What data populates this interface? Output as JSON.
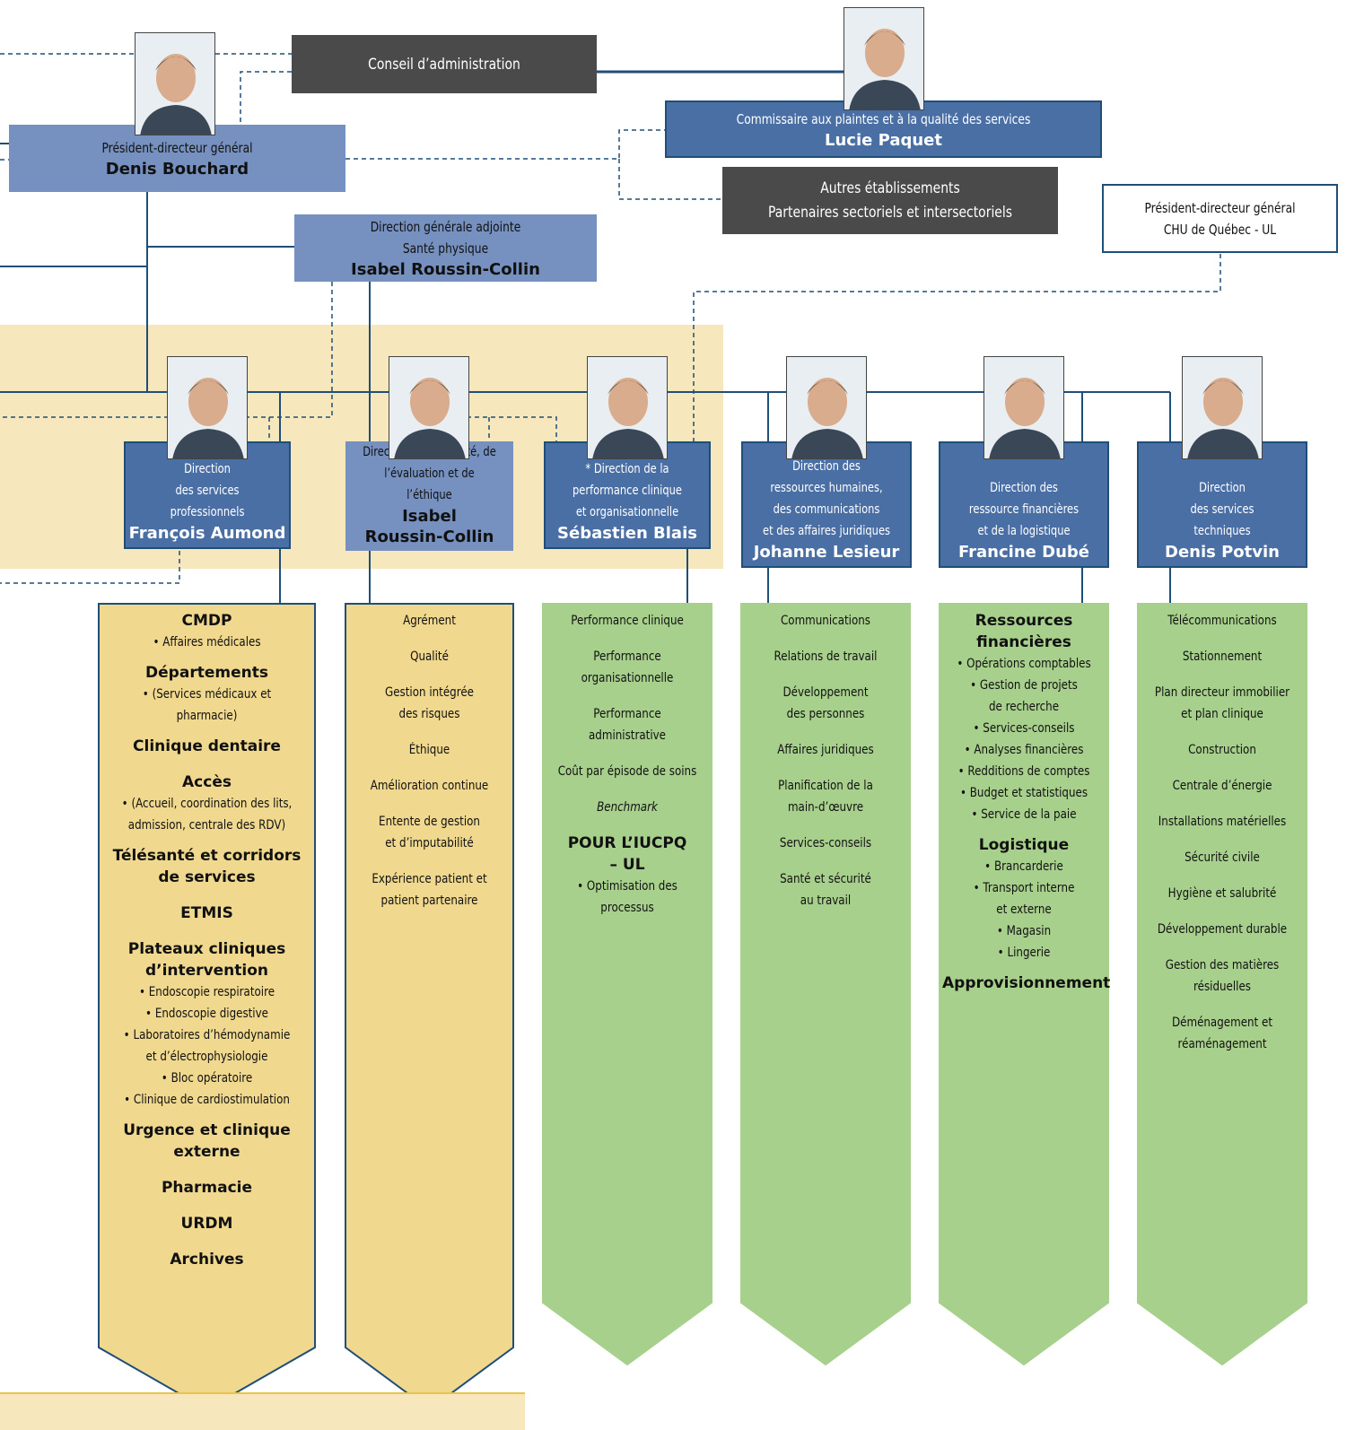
{
  "board": {
    "label": "Conseil d’administration"
  },
  "ceo": {
    "role": "Président-directeur général",
    "name": "Denis Bouchard"
  },
  "commissioner": {
    "role": "Commissaire aux plaintes et à la qualité des services",
    "name": "Lucie Paquet"
  },
  "partners": {
    "line1": "Autres établissements",
    "line2": "Partenaires sectoriels et intersectoriels"
  },
  "chu": {
    "line1": "Président-directeur général",
    "line2": "CHU de Québec - UL"
  },
  "deputy": {
    "line1": "Direction générale adjointe",
    "line2": "Santé physique",
    "name": "Isabel Roussin-Collin"
  },
  "directions": [
    {
      "role": "Direction\ndes services\nprofessionnels",
      "name": "François Aumond"
    },
    {
      "role": "Direction de la qualité, de\nl’évaluation et de l’éthique",
      "name": "Isabel\nRoussin-Collin"
    },
    {
      "role": "* Direction de la\nperformance clinique\net organisationnelle",
      "name": "Sébastien Blais"
    },
    {
      "role": "Direction des\nressources humaines,\ndes communications\net des affaires juridiques",
      "name": "Johanne Lesieur"
    },
    {
      "role": "Direction des\nressource financières\net de la logistique",
      "name": "Francine Dubé"
    },
    {
      "role": "Direction\ndes services\ntechniques",
      "name": "Denis Potvin"
    }
  ],
  "columns": [
    {
      "items": [
        {
          "t": "CMDP",
          "s": "bold"
        },
        {
          "t": "• Affaires médicales",
          "s": "sub"
        },
        {
          "t": "Départements",
          "s": "bold"
        },
        {
          "t": "• (Services médicaux et pharmacie)",
          "s": "sub"
        },
        {
          "t": "Clinique dentaire",
          "s": "bold"
        },
        {
          "t": "",
          "s": "sub"
        },
        {
          "t": "Accès",
          "s": "bold"
        },
        {
          "t": "• (Accueil, coordination des lits,\nadmission, centrale des RDV)",
          "s": "sub"
        },
        {
          "t": "Télésanté et corridors\nde services",
          "s": "bold"
        },
        {
          "t": "",
          "s": "sub"
        },
        {
          "t": "ETMIS",
          "s": "bold"
        },
        {
          "t": "",
          "s": "sub"
        },
        {
          "t": "Plateaux cliniques\nd’intervention",
          "s": "bold"
        },
        {
          "t": "• Endoscopie respiratoire\n• Endoscopie digestive\n• Laboratoires d’hémodynamie\net d’électrophysiologie\n• Bloc opératoire\n• Clinique de cardiostimulation",
          "s": "sub"
        },
        {
          "t": "Urgence et clinique\nexterne",
          "s": "bold"
        },
        {
          "t": "",
          "s": "sub"
        },
        {
          "t": "Pharmacie",
          "s": "bold"
        },
        {
          "t": "",
          "s": "sub"
        },
        {
          "t": "URDM",
          "s": "bold"
        },
        {
          "t": "",
          "s": "sub"
        },
        {
          "t": "Archives",
          "s": "bold"
        }
      ]
    },
    {
      "items": [
        {
          "t": "Agrément"
        },
        {
          "t": "Qualité"
        },
        {
          "t": "Gestion intégrée\ndes risques"
        },
        {
          "t": "Éthique"
        },
        {
          "t": "Amélioration continue"
        },
        {
          "t": "Entente de gestion\net d’imputabilité"
        },
        {
          "t": "Expérience patient et\npatient partenaire"
        }
      ]
    },
    {
      "items": [
        {
          "t": "Performance clinique"
        },
        {
          "t": "Performance\norganisationnelle"
        },
        {
          "t": "Performance\nadministrative"
        },
        {
          "t": "Coût par épisode de soins"
        },
        {
          "t": "Benchmark",
          "s": "ital"
        },
        {
          "t": "POUR L’IUCPQ\n– UL",
          "s": "bold"
        },
        {
          "t": "• Optimisation des\nprocessus",
          "s": "sub"
        }
      ]
    },
    {
      "items": [
        {
          "t": "Communications"
        },
        {
          "t": "Relations de travail"
        },
        {
          "t": "Développement\ndes personnes"
        },
        {
          "t": "Affaires juridiques"
        },
        {
          "t": "Planification de la\nmain-d’œuvre"
        },
        {
          "t": "Services-conseils"
        },
        {
          "t": "Santé et sécurité\nau travail"
        }
      ]
    },
    {
      "items": [
        {
          "t": "Ressources\nfinancières",
          "s": "bold"
        },
        {
          "t": "• Opérations comptables\n• Gestion de projets\nde recherche\n• Services-conseils\n• Analyses financières\n• Redditions de comptes\n• Budget et statistiques\n• Service de la paie",
          "s": "sub"
        },
        {
          "t": "Logistique",
          "s": "bold"
        },
        {
          "t": "• Brancarderie\n• Transport interne\net externe\n• Magasin\n• Lingerie",
          "s": "sub"
        },
        {
          "t": "Approvisionnement",
          "s": "bold"
        }
      ]
    },
    {
      "items": [
        {
          "t": "Télécommunications"
        },
        {
          "t": "Stationnement"
        },
        {
          "t": "Plan directeur immobilier\net plan clinique"
        },
        {
          "t": "Construction"
        },
        {
          "t": "Centrale d’énergie"
        },
        {
          "t": "Installations matérielles"
        },
        {
          "t": "Sécurité civile"
        },
        {
          "t": "Hygiène et salubrité"
        },
        {
          "t": "Développement durable"
        },
        {
          "t": "Gestion des matières\nrésiduelles"
        },
        {
          "t": "Déménagement et\nréaménagement"
        }
      ]
    }
  ],
  "colors": {
    "dark_box": "#4a4a4a",
    "light_box": "#7691bf",
    "medium_box": "#4a6fa5",
    "border": "#1f4e79",
    "yellow_col": "#f0d98f",
    "green_col": "#a8d08d",
    "highlight": "#f6e7bd",
    "line": "#1f4e79"
  },
  "photos": [
    "portrait-icon",
    "portrait-icon",
    "portrait-icon",
    "portrait-icon",
    "portrait-icon",
    "portrait-icon",
    "portrait-icon",
    "portrait-icon"
  ]
}
